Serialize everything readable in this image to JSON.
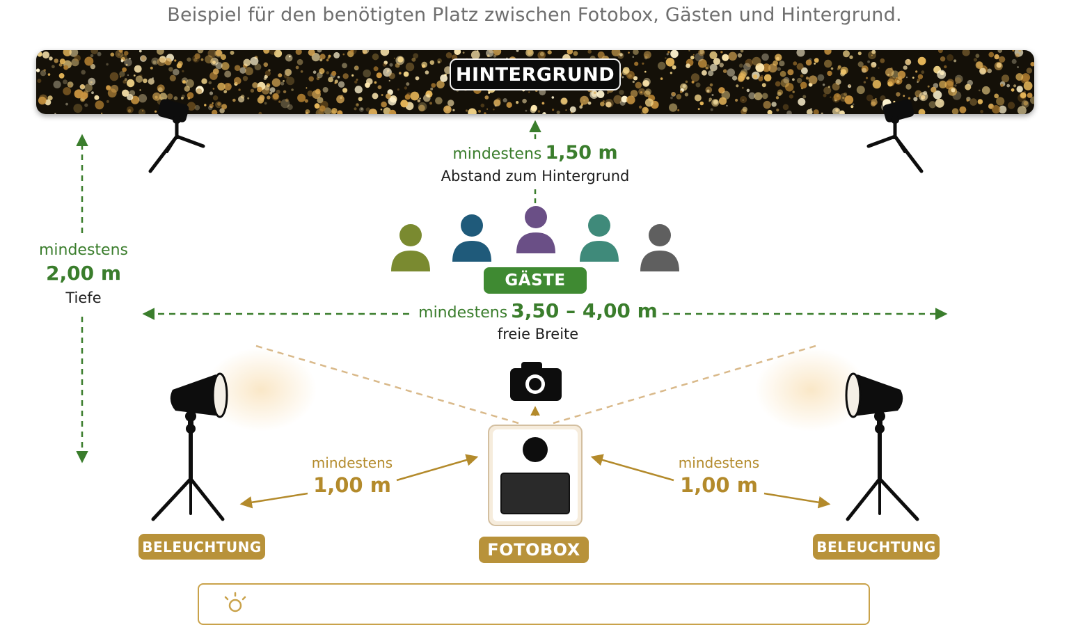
{
  "subtitle": "Beispiel für den benötigten Platz zwischen Fotobox, Gästen und Hintergrund.",
  "backdrop": {
    "label": "HINTERGRUND"
  },
  "distances": {
    "background": {
      "prefix": "mindestens",
      "value": "1,50 m",
      "caption": "Abstand zum Hintergrund"
    },
    "depth": {
      "prefix": "mindestens",
      "value": "2,00 m",
      "caption": "Tiefe"
    },
    "width": {
      "prefix": "mindestens",
      "value": "3,50 – 4,00 m",
      "caption": "freie Breite"
    },
    "light_left": {
      "prefix": "mindestens",
      "value": "1,00 m"
    },
    "light_right": {
      "prefix": "mindestens",
      "value": "1,00 m"
    }
  },
  "guests": {
    "label": "GÄSTE",
    "colors": [
      "#7a8a30",
      "#1f5a7a",
      "#6a4f86",
      "#3f8a7a",
      "#5f5f5f"
    ]
  },
  "photobox": {
    "label": "FOTOBOX"
  },
  "lights": {
    "left_label": "BELEUCHTUNG",
    "right_label": "BELEUCHTUNG"
  },
  "colors": {
    "green": "#3a7d2c",
    "gold": "#b38a2b",
    "badge_gold": "#b8923a",
    "badge_green": "#3f8a32"
  },
  "icons": [
    "camera-icon",
    "lightbulb-icon",
    "person-icon",
    "tripod-icon",
    "spotlight-icon"
  ]
}
